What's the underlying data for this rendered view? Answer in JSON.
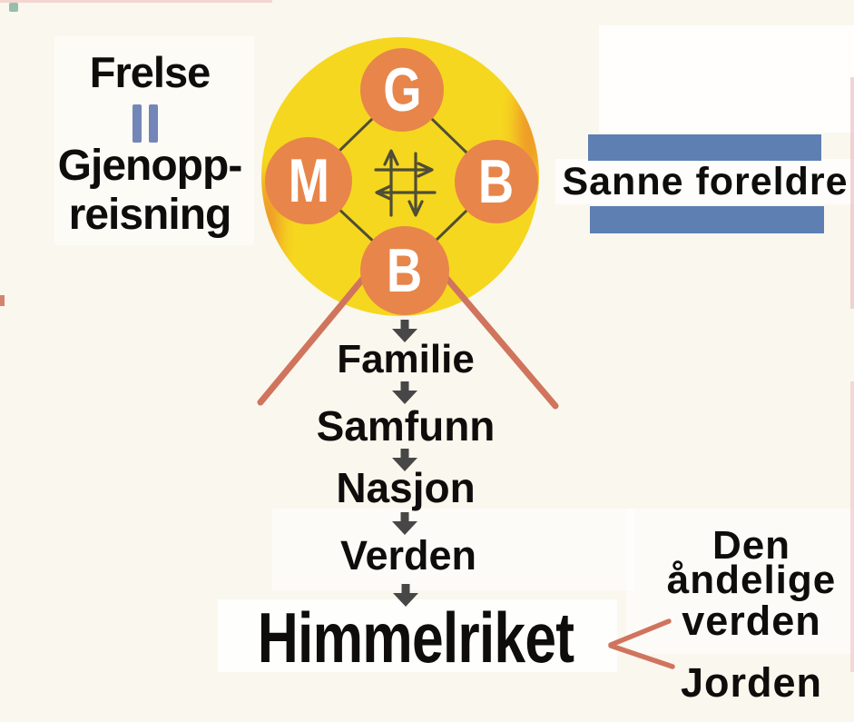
{
  "left_block": {
    "salvation": "Frelse",
    "equals_symbol": "=",
    "restoration_line1": "Gjenopp-",
    "restoration_line2": "reisning"
  },
  "four_position_foundation": {
    "top": "G",
    "left": "M",
    "right": "B",
    "bottom": "B"
  },
  "true_parents": {
    "label": "Sanne foreldre"
  },
  "chain": {
    "levels": [
      "Familie",
      "Samfunn",
      "Nasjon",
      "Verden"
    ],
    "kingdom": "Himmelriket"
  },
  "spiritual_block": {
    "line1": "Den",
    "line2": "åndelige",
    "line3": "verden",
    "earth": "Jorden"
  },
  "icons": {
    "equals": "equals-icon",
    "down_arrow": "down-arrow-icon",
    "give_and_take": "give-and-take-arrows-icon",
    "chevron": "chevron-left-icon"
  },
  "colors": {
    "background": "#faf7ee",
    "text_black": "#0e0d0b",
    "yellow": "#f6d71f",
    "orange": "#e8854a",
    "olive": "#4f4e35",
    "arrow_gray": "#474747",
    "red_line": "#d0745e",
    "blue_bar": "#5d7fb2",
    "equals_blue": "#7386b8"
  }
}
